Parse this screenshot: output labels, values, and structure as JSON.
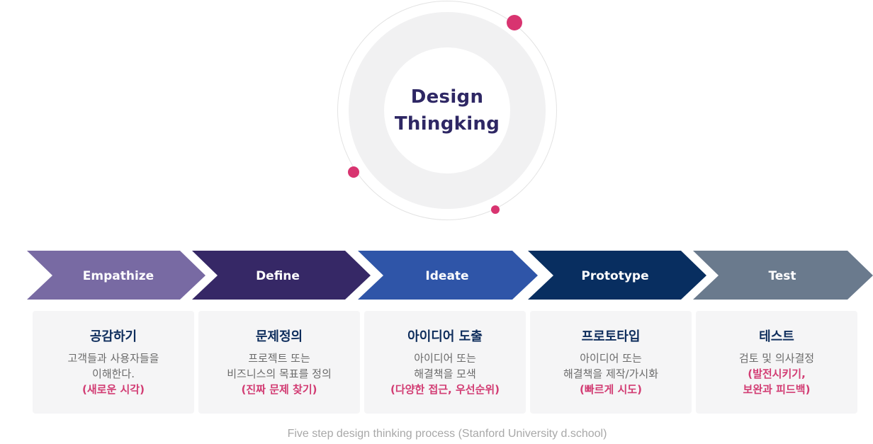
{
  "hub": {
    "title_line1": "Design",
    "title_line2": "Thingking",
    "colors": {
      "text": "#2e2764",
      "ring": "#f1f1f2",
      "dot": "#d83470"
    }
  },
  "steps": [
    {
      "label": "Empathize",
      "color": "#786aa3",
      "card": {
        "title": "공감하기",
        "desc": [
          "고객들과 사용자들을",
          "이해한다."
        ],
        "highlight": [
          "(새로운 시각)"
        ]
      }
    },
    {
      "label": "Define",
      "color": "#362866",
      "card": {
        "title": "문제정의",
        "desc": [
          "프로젝트 또는",
          "비즈니스의 목표를 정의"
        ],
        "highlight": [
          "(진짜 문제 찾기)"
        ]
      }
    },
    {
      "label": "Ideate",
      "color": "#2f55a8",
      "card": {
        "title": "아이디어 도출",
        "desc": [
          "아이디어 또는",
          "해결책을 모색"
        ],
        "highlight": [
          "(다양한 접근, 우선순위)"
        ]
      }
    },
    {
      "label": "Prototype",
      "color": "#082e60",
      "card": {
        "title": "프로토타입",
        "desc": [
          "아이디어 또는",
          "해결책을 제작/가시화"
        ],
        "highlight": [
          "(빠르게 시도)"
        ]
      }
    },
    {
      "label": "Test",
      "color": "#6a7a8d",
      "card": {
        "title": "테스트",
        "desc": [
          "검토 및 의사결정"
        ],
        "highlight": [
          "(발전시키기,",
          "보완과 피드백)"
        ]
      }
    }
  ],
  "caption": "Five step design thinking process (Stanford University d.school)"
}
